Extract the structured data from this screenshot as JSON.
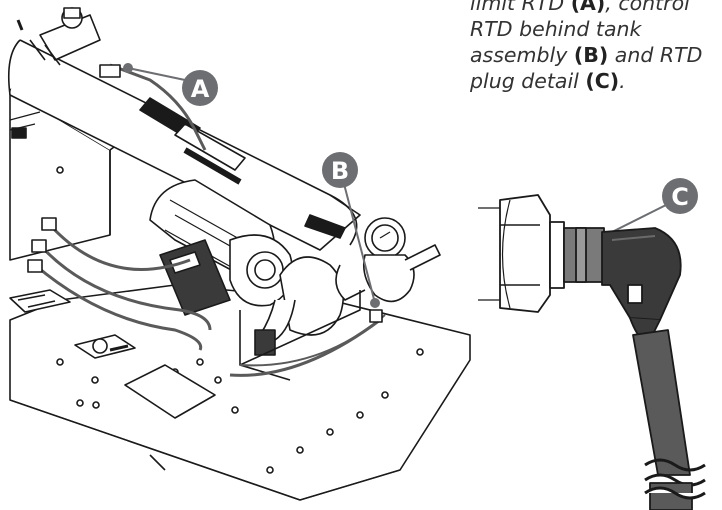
{
  "caption": {
    "line1_prefix": "limit RTD ",
    "line1_tag": "(A)",
    "line1_suffix": ", control",
    "line2": "RTD behind tank",
    "line3_prefix": "assembly ",
    "line3_tag": "(B)",
    "line3_suffix": " and RTD",
    "line4_prefix": "plug detail ",
    "line4_tag": "(C)",
    "line4_suffix": "."
  },
  "callouts": {
    "a": "A",
    "b": "B",
    "c": "C"
  },
  "colors": {
    "callout_fill": "#6d6e71",
    "callout_text": "#ffffff",
    "line_art": "#1a1a1a",
    "dark_part": "#3a3a3a",
    "cable": "#5a5a5a"
  }
}
